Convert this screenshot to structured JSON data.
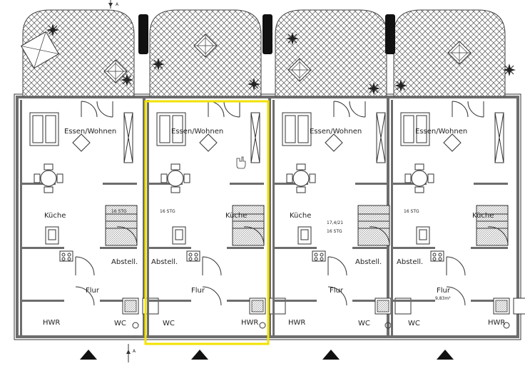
{
  "section_marker": "A",
  "highlight_color": "#f2e200",
  "units": [
    {
      "essen": "Essen/Wohnen",
      "kueche": "Küche",
      "abstell": "Abstell.",
      "flur": "Flur",
      "hwr": "HWR",
      "wc": "WC",
      "stair_top": "16 STG",
      "stair_bottom": "",
      "area": ""
    },
    {
      "essen": "Essen/Wohnen",
      "kueche": "Küche",
      "abstell": "Abstell.",
      "flur": "Flur",
      "hwr": "HWR",
      "wc": "WC",
      "stair_top": "16 STG",
      "stair_bottom": "",
      "area": ""
    },
    {
      "essen": "Essen/Wohnen",
      "kueche": "Küche",
      "abstell": "Abstell.",
      "flur": "Flur",
      "hwr": "HWR",
      "wc": "WC",
      "stair_top": "17,4/21",
      "stair_bottom": "16 STG",
      "area": ""
    },
    {
      "essen": "Essen/Wohnen",
      "kueche": "Küche",
      "abstell": "Abstell.",
      "flur": "Flur",
      "hwr": "HWR",
      "wc": "WC",
      "stair_top": "16 STG",
      "stair_bottom": "",
      "area": "9,83m²"
    }
  ]
}
